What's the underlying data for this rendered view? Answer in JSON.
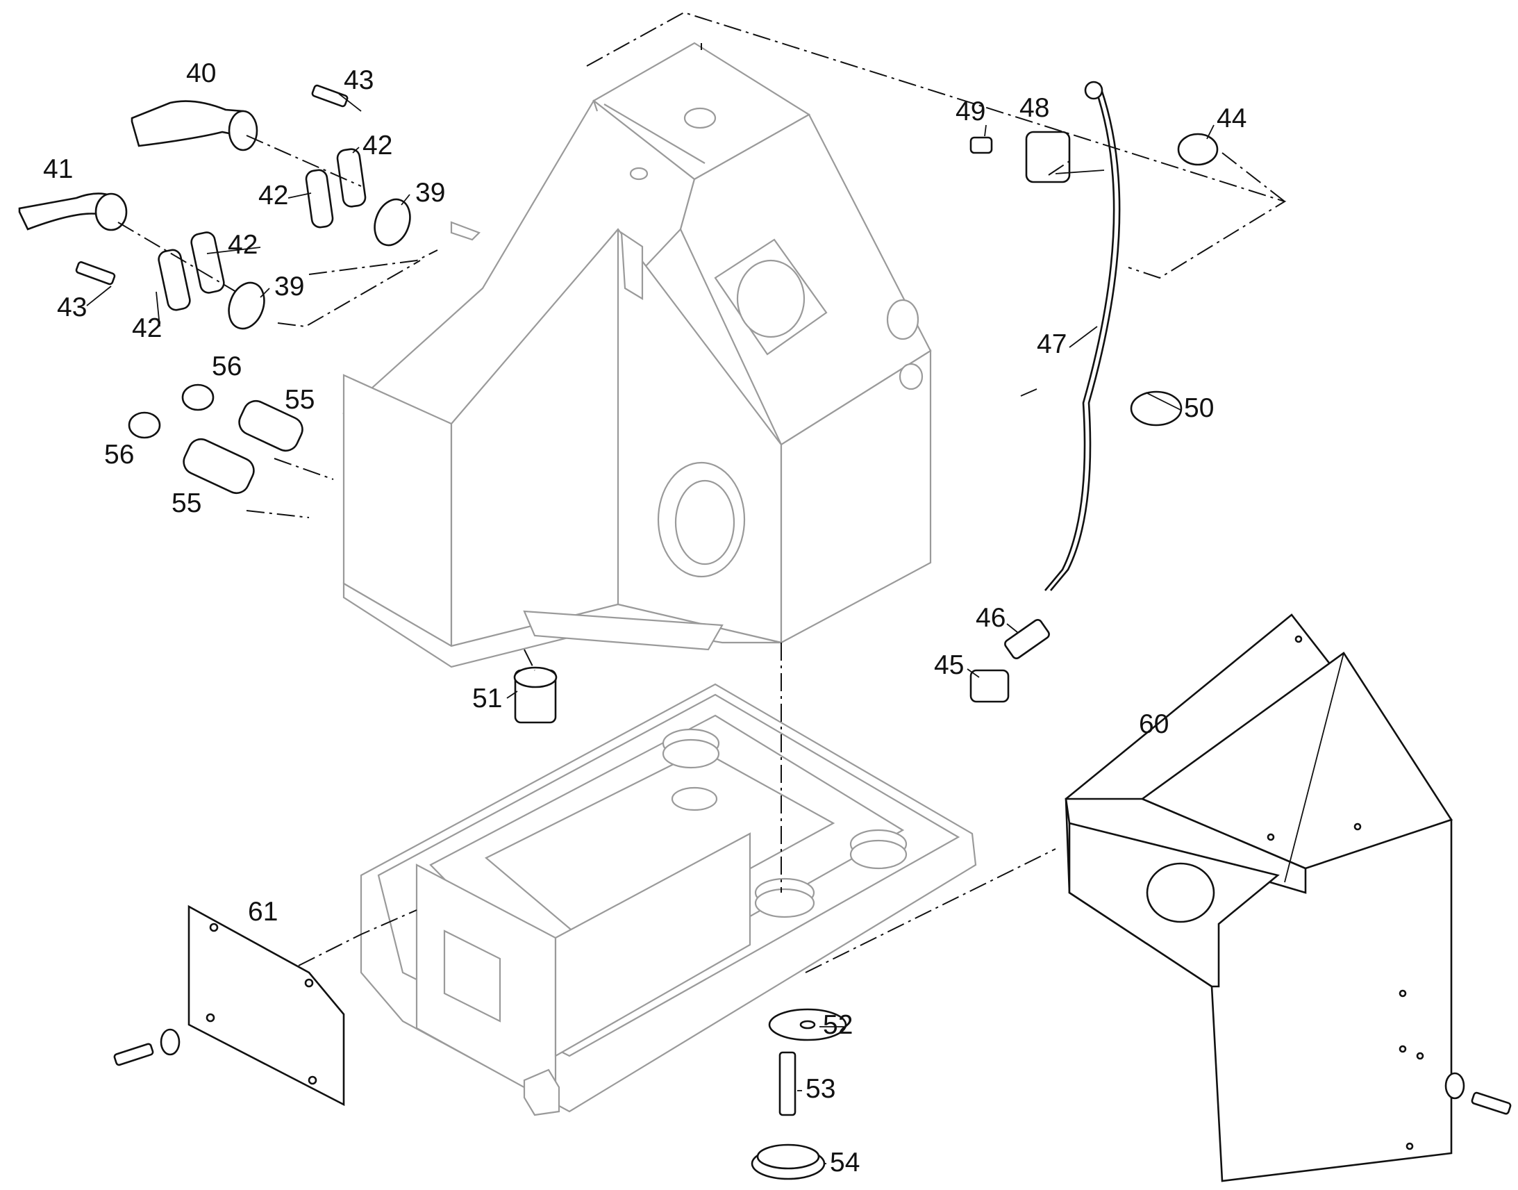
{
  "diagram": {
    "callouts": [
      "39",
      "39",
      "40",
      "41",
      "42",
      "42",
      "42",
      "42",
      "43",
      "43",
      "44",
      "45",
      "46",
      "47",
      "48",
      "49",
      "50",
      "51",
      "52",
      "53",
      "54",
      "55",
      "55",
      "56",
      "56",
      "60",
      "61"
    ]
  }
}
